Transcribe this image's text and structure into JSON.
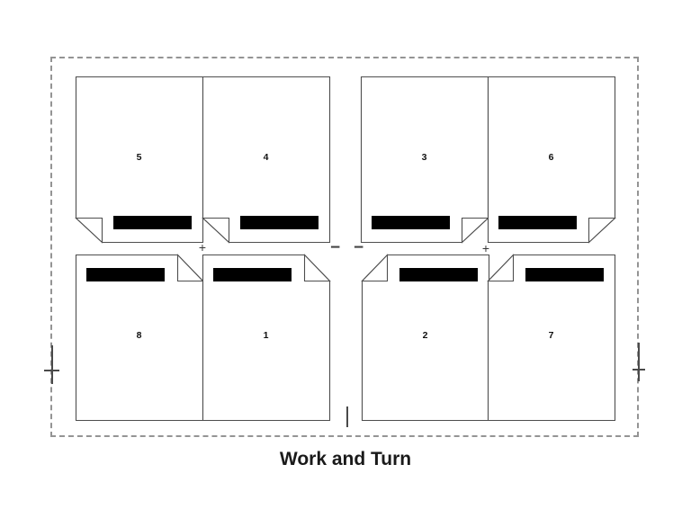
{
  "title": "Work and Turn",
  "sheet": {
    "pages": [
      {
        "number": "5",
        "fold_corner": "bottom-left",
        "bar_side": "right"
      },
      {
        "number": "4",
        "fold_corner": "bottom-left",
        "bar_side": "right"
      },
      {
        "number": "3",
        "fold_corner": "bottom-right",
        "bar_side": "left"
      },
      {
        "number": "6",
        "fold_corner": "bottom-right",
        "bar_side": "left"
      },
      {
        "number": "8",
        "fold_corner": "top-right",
        "bar_side": "left"
      },
      {
        "number": "1",
        "fold_corner": "top-right",
        "bar_side": "left"
      },
      {
        "number": "2",
        "fold_corner": "top-left",
        "bar_side": "right"
      },
      {
        "number": "7",
        "fold_corner": "top-left",
        "bar_side": "right"
      }
    ],
    "registration": {
      "plus": "+",
      "minus": "−"
    }
  },
  "colors": {
    "page_outline": "#4e4e4e",
    "dashed_boundary": "#949494",
    "color_bar": "#000000",
    "text": "#1a1a1a"
  }
}
